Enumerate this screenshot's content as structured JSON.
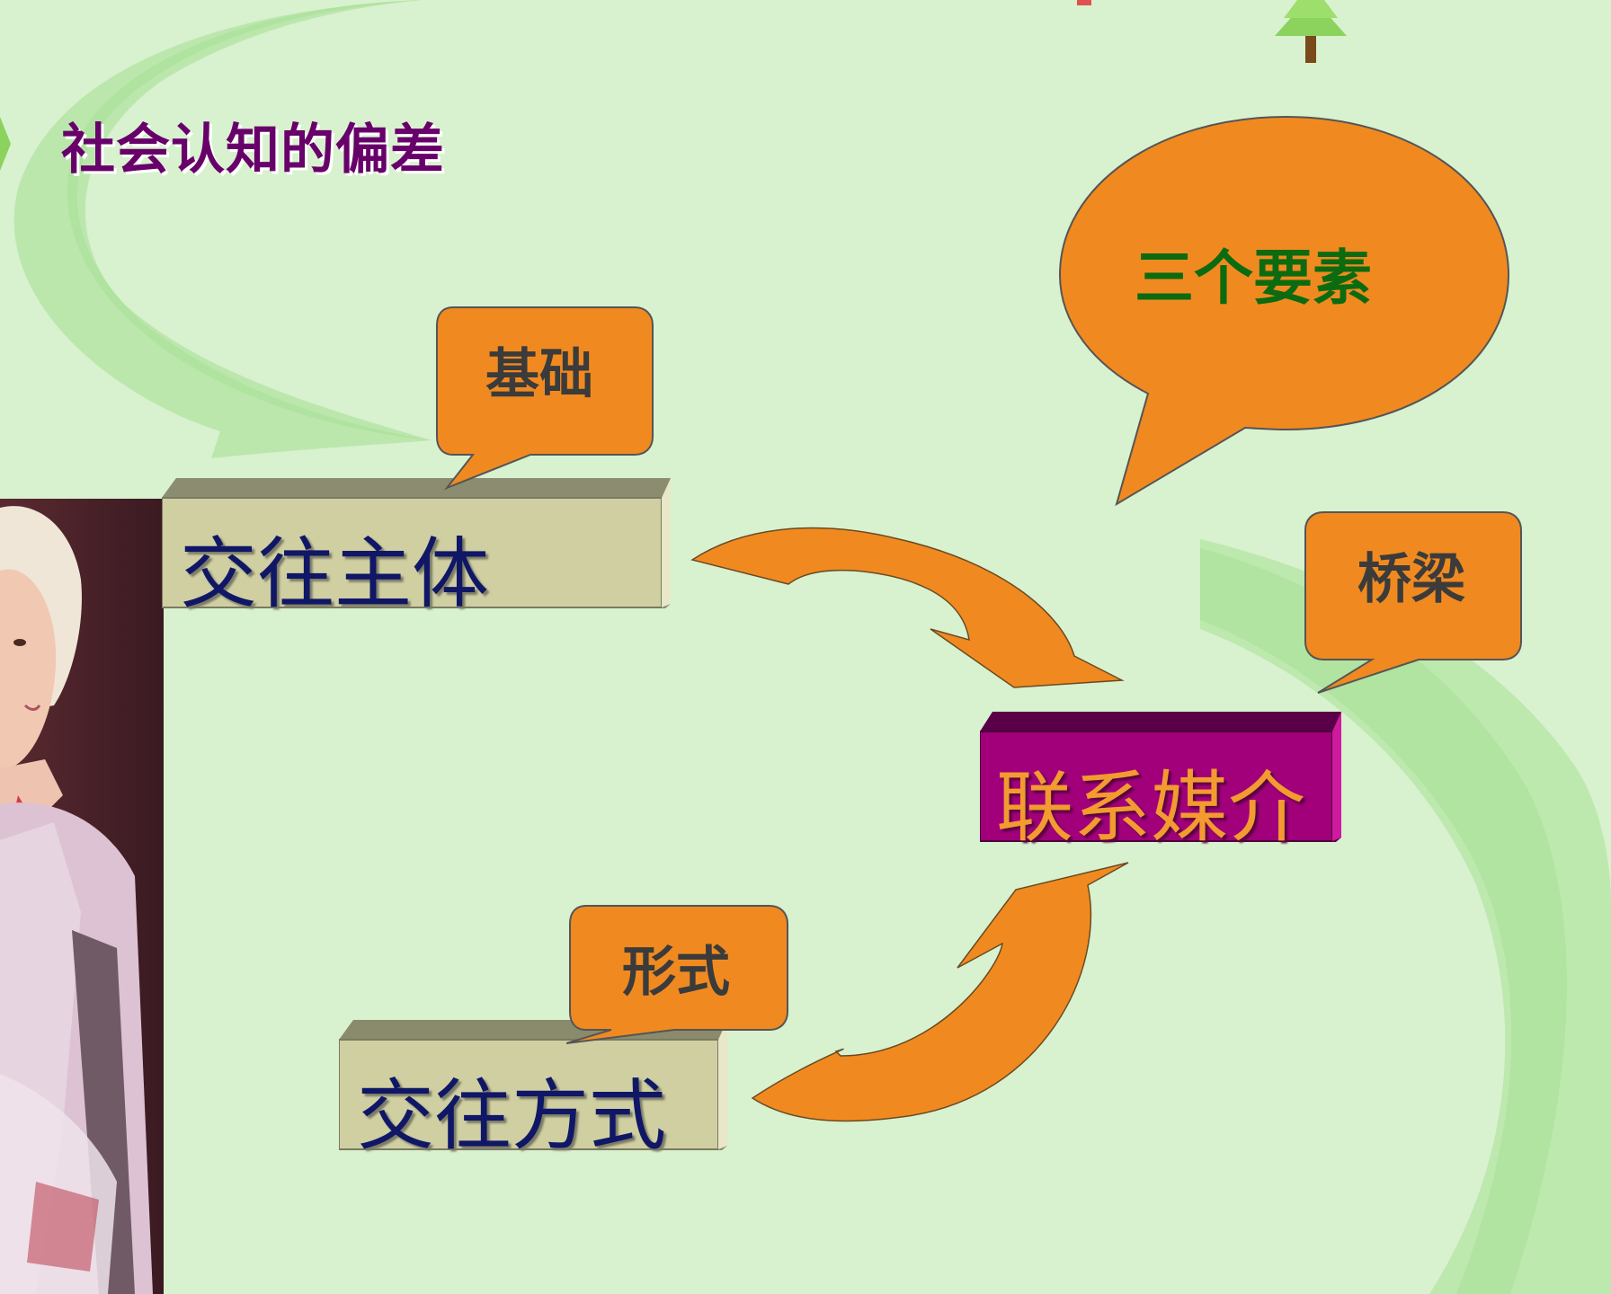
{
  "slide": {
    "title": "社会认知的偏差"
  },
  "diagram": {
    "central_callout": "三个要素",
    "subject_box": "交往主体",
    "subject_callout": "基础",
    "method_box": "交往方式",
    "method_callout": "形式",
    "medium_box": "联系媒介",
    "medium_callout": "桥梁"
  },
  "colors": {
    "background": "#d7f1cf",
    "orange": "#f08a20",
    "title": "#68006a",
    "khaki_box": "#cfcfa2",
    "magenta_box": "#a1007a",
    "navy_text": "#101766",
    "green_text": "#0c6b10"
  }
}
